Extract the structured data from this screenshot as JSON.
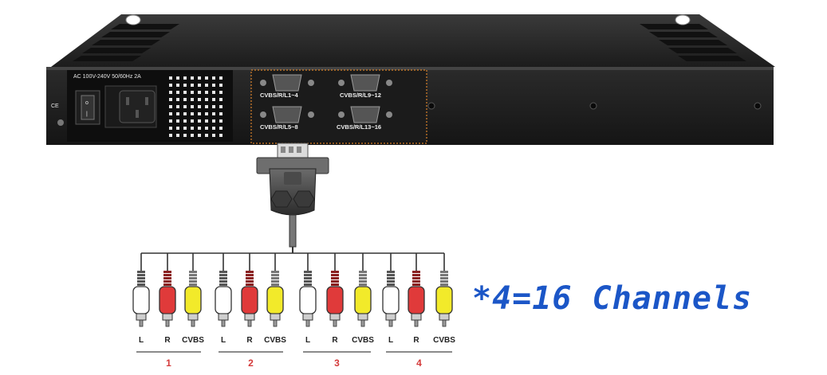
{
  "power": {
    "rating_label": "AC 100V-240V 50/60Hz 2A",
    "ce_mark": "CE"
  },
  "ports": [
    {
      "label": "CVBS/R/L1~4"
    },
    {
      "label": "CVBS/R/L9~12"
    },
    {
      "label": "CVBS/R/L5~8"
    },
    {
      "label": "CVBS/R/L13~16"
    }
  ],
  "plug_labels": [
    "L",
    "R",
    "CVBS"
  ],
  "groups": [
    "1",
    "2",
    "3",
    "4"
  ],
  "channels_caption": "*4=16 Channels",
  "colors": {
    "left": "#ffffff",
    "right": "#e03a3a",
    "video": "#f2ea2a",
    "caption": "#1b56c7",
    "group_number": "#d43a3a"
  }
}
